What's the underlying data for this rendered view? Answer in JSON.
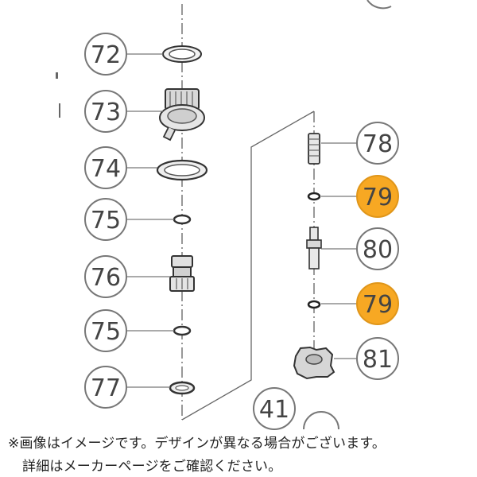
{
  "callouts_left": [
    "72",
    "73",
    "74",
    "75",
    "76",
    "75",
    "77"
  ],
  "callouts_right": [
    "78",
    "79",
    "80",
    "79",
    "81"
  ],
  "callout_bottom": "41",
  "highlight_color": "#F7A823",
  "note": {
    "line1": "※画像はイメージです。デザインが異なる場合がございます。",
    "line2": "詳細はメーカーページをご確認ください。"
  }
}
